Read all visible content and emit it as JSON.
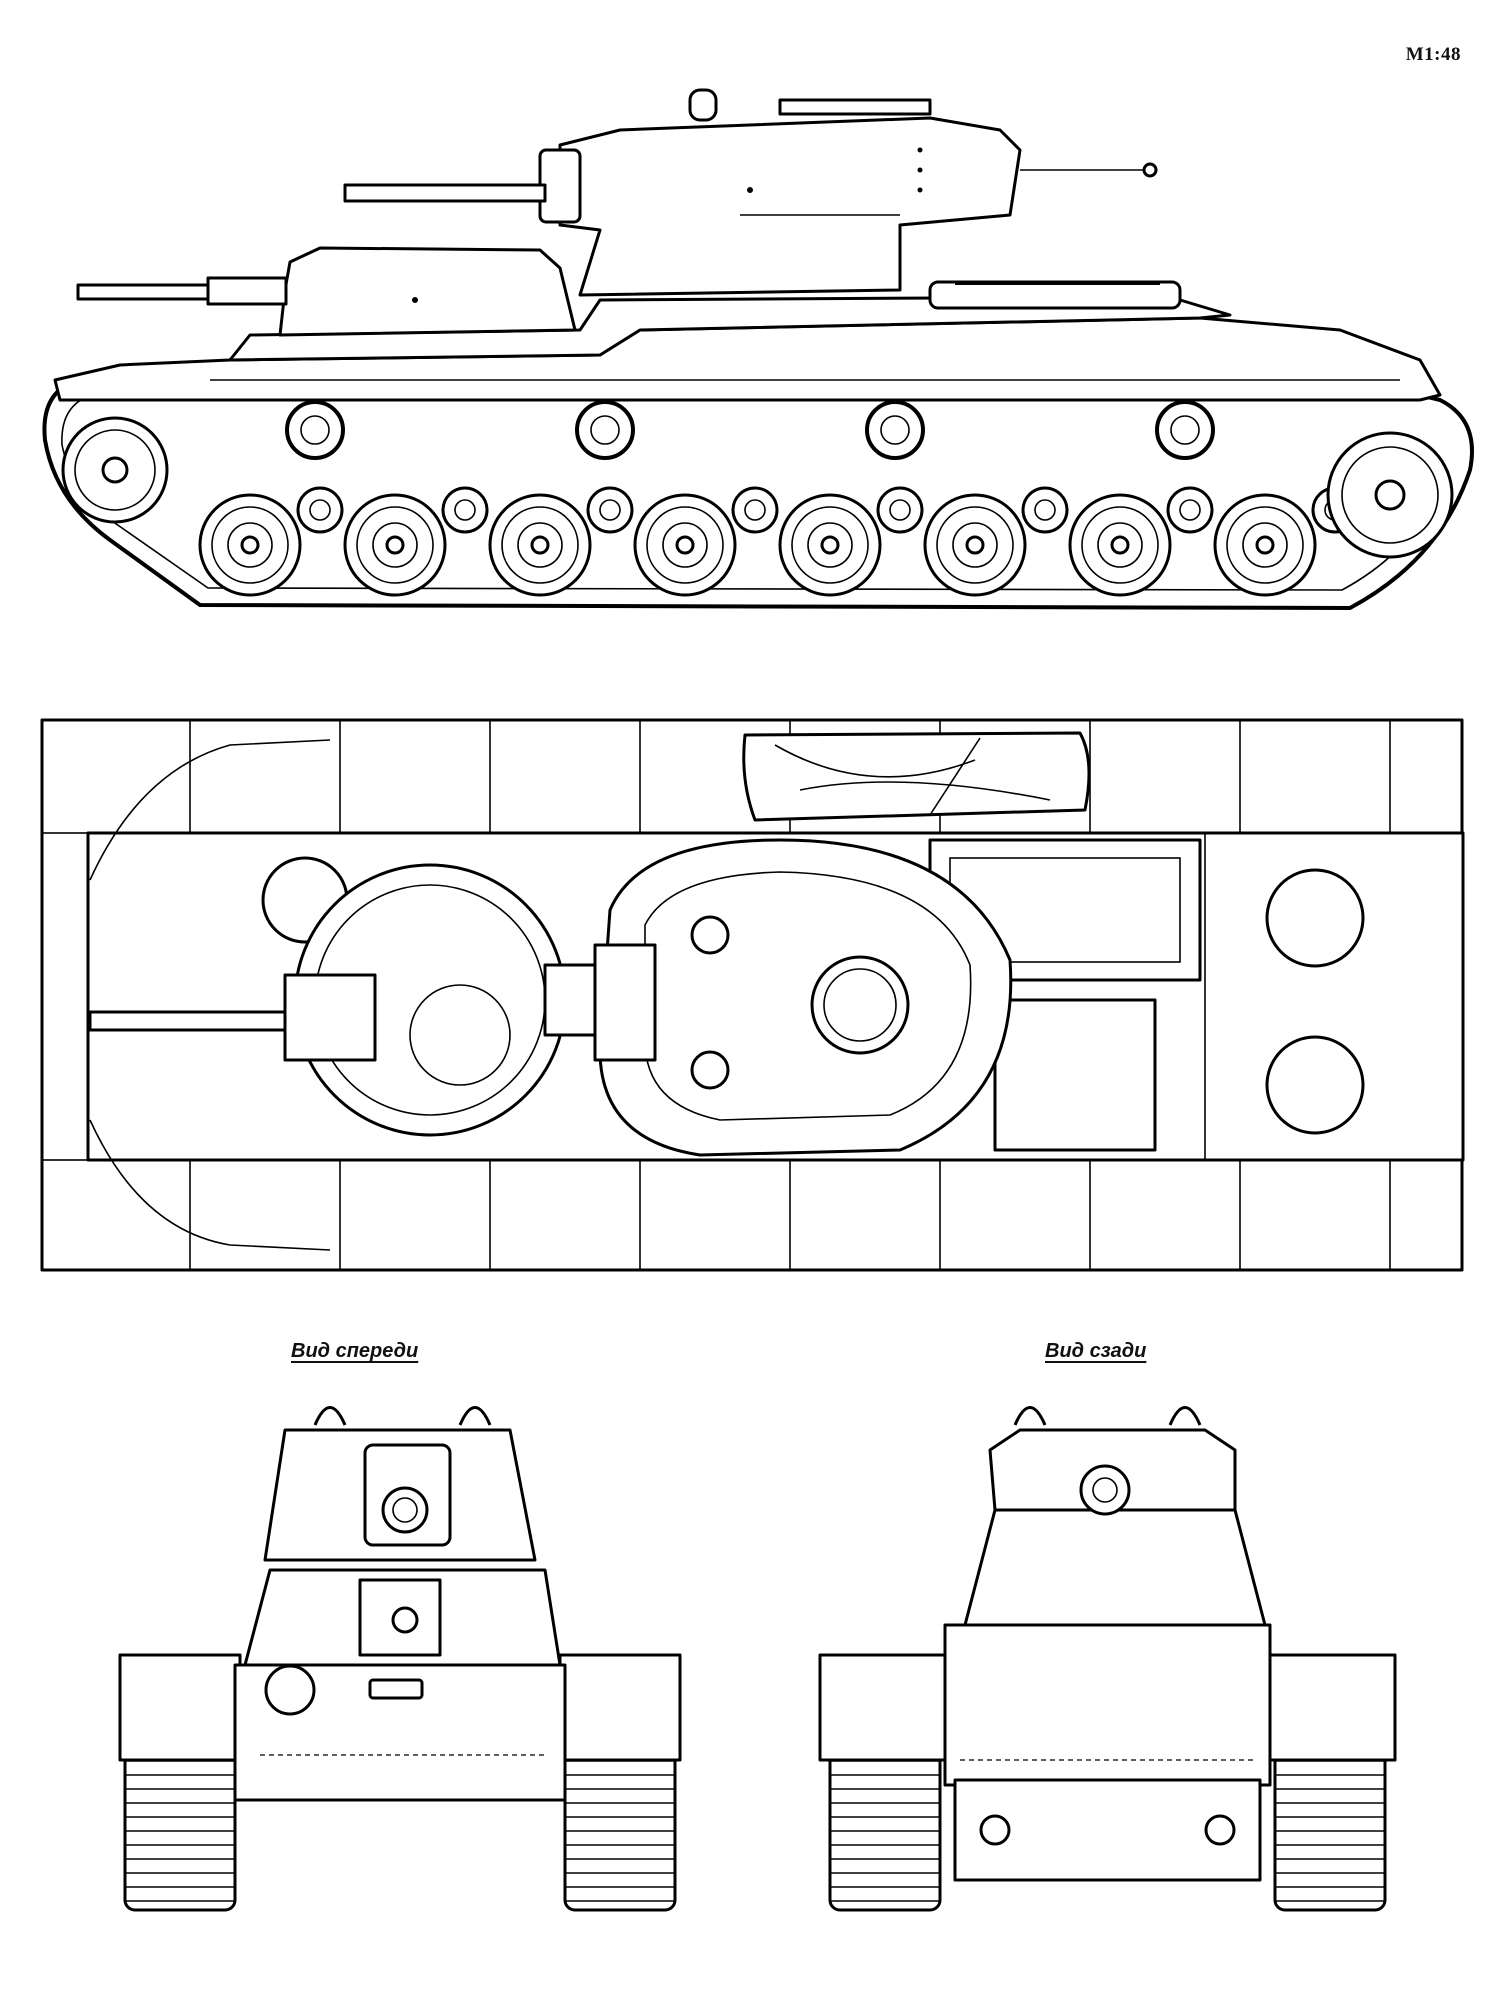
{
  "header": {
    "scale": "М1:48"
  },
  "views": {
    "side": {
      "road_wheels": 8,
      "return_rollers": 4
    },
    "top": {},
    "front": {
      "caption": "Вид спереди"
    },
    "rear": {
      "caption": "Вид сзади"
    }
  },
  "colors": {
    "line": "#000000",
    "paper": "#ffffff"
  }
}
